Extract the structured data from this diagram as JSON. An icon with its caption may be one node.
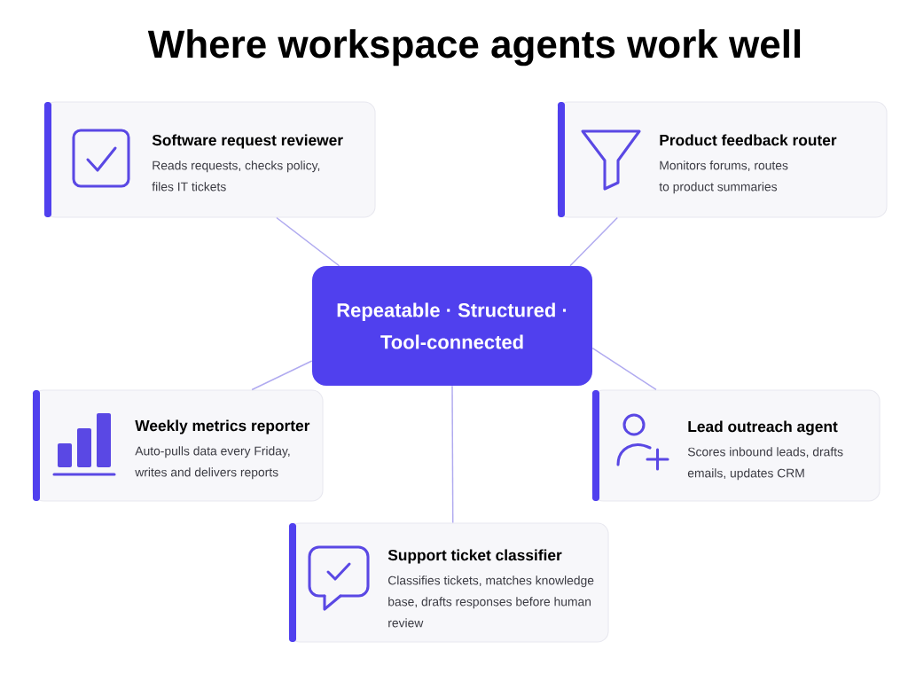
{
  "diagram": {
    "title": "Where workspace agents work well",
    "nodes": [
      {
        "text": [
          "Repeatable · Structured · Tool-connected"
        ]
      },
      {
        "text": [
          "Software request reviewer",
          "Reads requests, checks policy, files IT tickets"
        ]
      },
      {
        "text": [
          "Product feedback router",
          "Monitors forums, routes to product summaries"
        ]
      },
      {
        "text": [
          "Weekly metrics reporter",
          "Auto-pulls data every Friday, writes and delivers reports"
        ]
      },
      {
        "text": [
          "Lead outreach agent",
          "Scores inbound leads, drafts emails, updates CRM"
        ]
      },
      {
        "text": [
          "Support ticket classifier",
          "Classifies tickets, matches knowledge base, drafts responses before human review"
        ]
      }
    ],
    "edges": [
      {
        "from": 0,
        "to": 1,
        "arrow": "none"
      },
      {
        "from": 0,
        "to": 2,
        "arrow": "none"
      },
      {
        "from": 0,
        "to": 3,
        "arrow": "none"
      },
      {
        "from": 0,
        "to": 4,
        "arrow": "none"
      },
      {
        "from": 0,
        "to": 5,
        "arrow": "none"
      }
    ]
  }
}
